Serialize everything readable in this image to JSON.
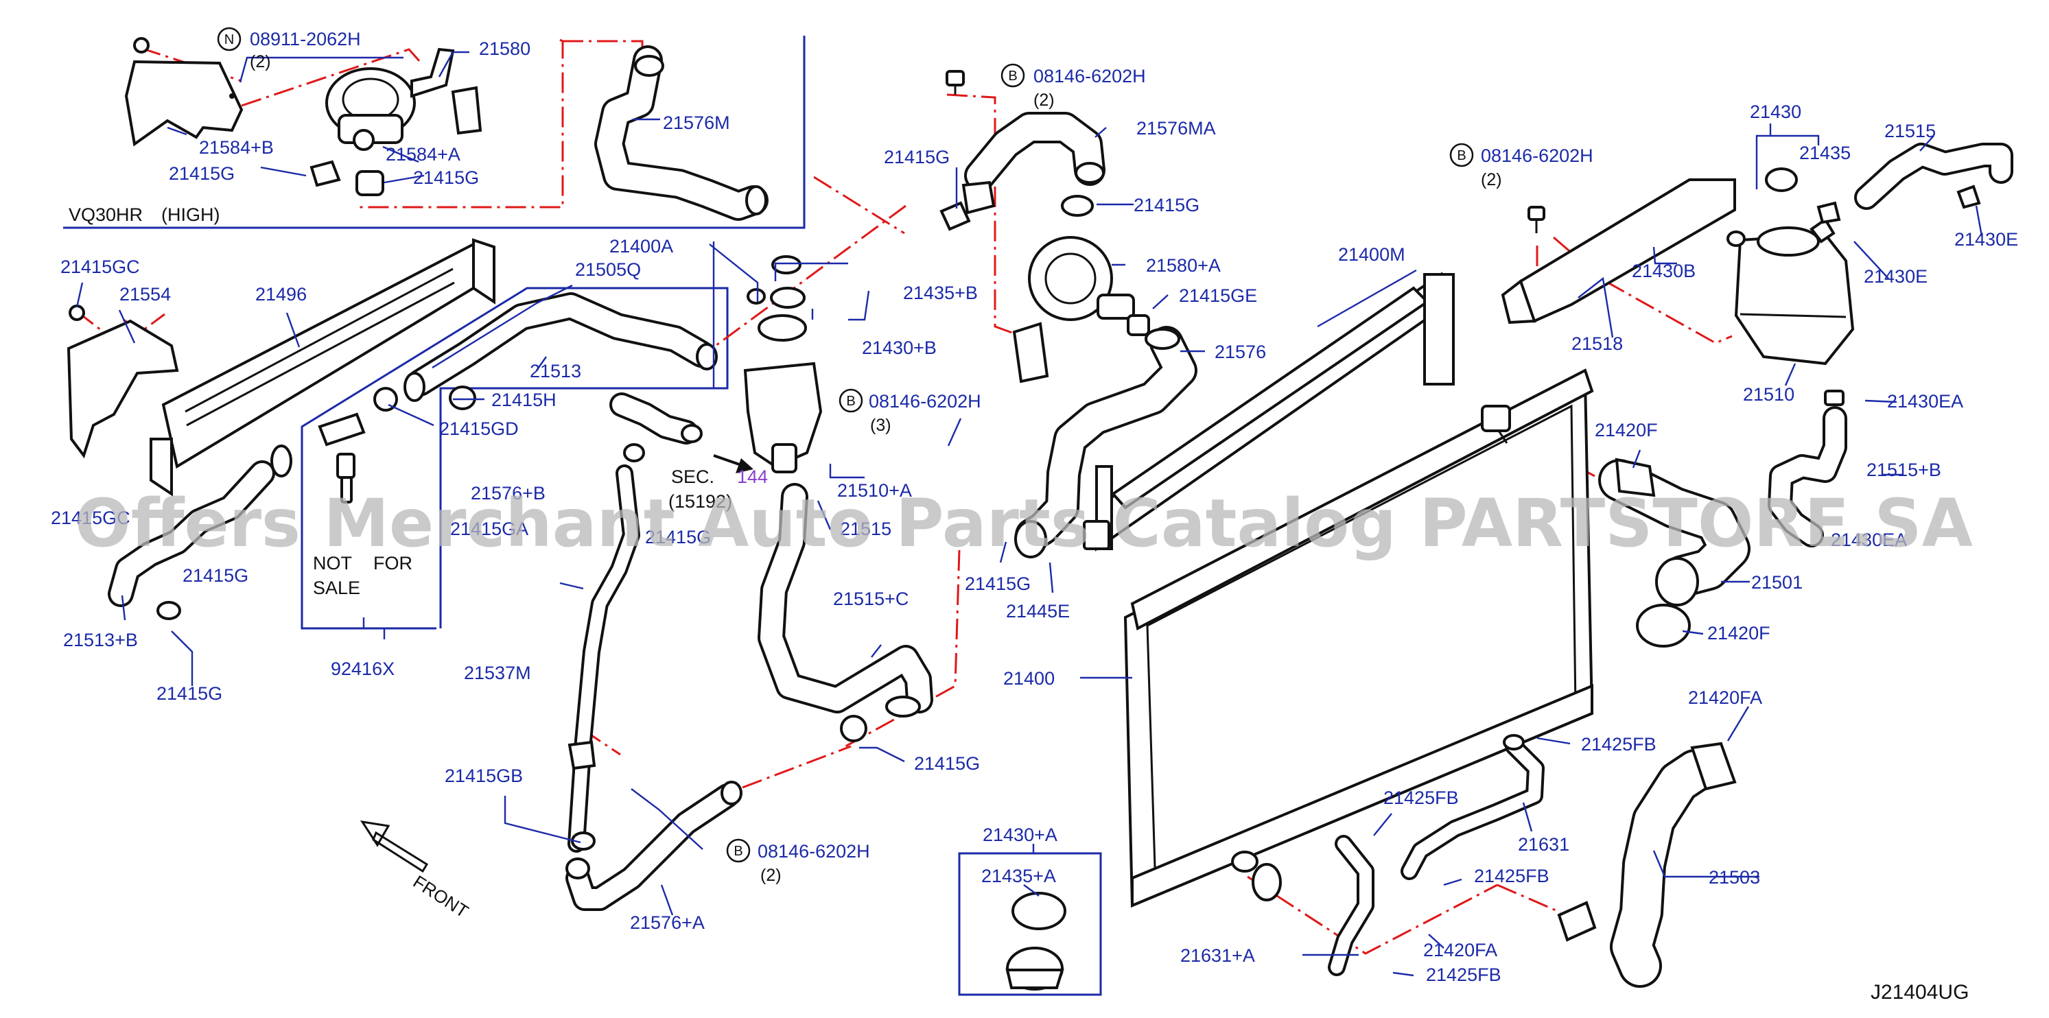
{
  "section_label": "VQ30HR　(HIGH)",
  "not_for_sale": [
    "NOT",
    "FOR",
    "SALE"
  ],
  "front_label": "FRONT",
  "sec_ref": {
    "prefix": "SEC.",
    "number": "144",
    "sub": "(15192)"
  },
  "diagram_code": "J21404UG",
  "watermark": "Offers Merchant Auto Parts Catalog PARTSTORE.SA",
  "callout_n_symbol": "N",
  "callout_b_symbol": "B",
  "labels": {
    "p08911_2062H": "08911-2062H",
    "q2_a": "(2)",
    "p21580": "21580",
    "p21576M": "21576M",
    "p21584B": "21584+B",
    "p21584A": "21584+A",
    "p21415G_a": "21415G",
    "p21415G_b": "21415G",
    "p08146_6202H_a": "08146-6202H",
    "q2_b": "(2)",
    "p21576MA": "21576MA",
    "p21415G_c": "21415G",
    "p21415G_d": "21415G",
    "p21580A": "21580+A",
    "p21415GE": "21415GE",
    "p08146_6202H_b": "08146-6202H",
    "q2_c": "(2)",
    "p21430_top": "21430",
    "p21435": "21435",
    "p21515": "21515",
    "p21430E_a": "21430E",
    "p21430E_b": "21430E",
    "p21430B": "21430B",
    "p21400M": "21400M",
    "p21518": "21518",
    "p21510": "21510",
    "p21430EA_a": "21430EA",
    "p21515B": "21515+B",
    "p21430EA_b": "21430EA",
    "p21420F_a": "21420F",
    "p21501": "21501",
    "p21420F_b": "21420F",
    "p21415GC": "21415GC",
    "p21554": "21554",
    "p21496": "21496",
    "p21415GC_b": "21415GC",
    "p21400A": "21400A",
    "p21505Q": "21505Q",
    "p21435B": "21435+B",
    "p21430B_plus": "21430+B",
    "p21513": "21513",
    "p21415H": "21415H",
    "p21415GD": "21415GD",
    "p08146_6202H_c": "08146-6202H",
    "q3": "(3)",
    "p21576": "21576",
    "p21576B": "21576+B",
    "p21415GA": "21415GA",
    "p21415G_e": "21415G",
    "p21510A": "21510+A",
    "p21515_mid": "21515",
    "p21415G_f": "21415G",
    "p21445E": "21445E",
    "p21513B": "21513+B",
    "p21415G_g": "21415G",
    "p92416X": "92416X",
    "p21537M": "21537M",
    "p21515C": "21515+C",
    "p21400": "21400",
    "p21415G_h": "21415G",
    "p21415GB": "21415GB",
    "p08146_6202H_d": "08146-6202H",
    "q2_d": "(2)",
    "p21576A": "21576+A",
    "p21430A": "21430+A",
    "p21435A": "21435+A",
    "p21425FB_a": "21425FB",
    "p21425FB_b": "21425FB",
    "p21631": "21631",
    "p21425FB_c": "21425FB",
    "p21420FA_a": "21420FA",
    "p21503": "21503",
    "p21420FA_b": "21420FA",
    "p21631A": "21631+A",
    "p21425FB_d": "21425FB"
  }
}
